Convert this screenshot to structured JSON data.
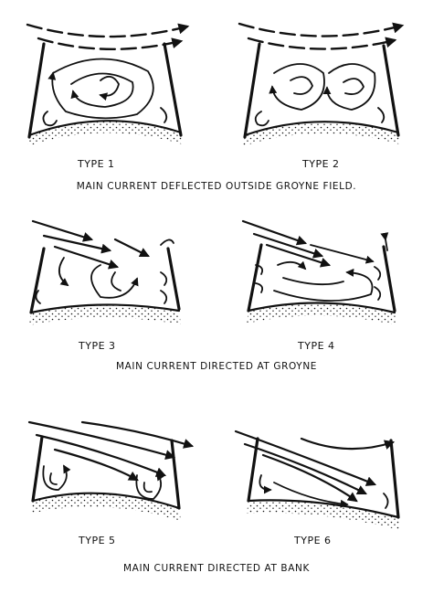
{
  "panels": {
    "type1": "TYPE 1",
    "type2": "TYPE 2",
    "type3": "TYPE 3",
    "type4": "TYPE 4",
    "type5": "TYPE 5",
    "type6": "TYPE 6"
  },
  "captions": {
    "row1": "MAIN CURRENT DEFLECTED OUTSIDE  GROYNE  FIELD.",
    "row2": "MAIN CURRENT  DIRECTED  AT  GROYNE",
    "row3": "MAIN CURRENT  DIRECTED  AT  BANK"
  }
}
